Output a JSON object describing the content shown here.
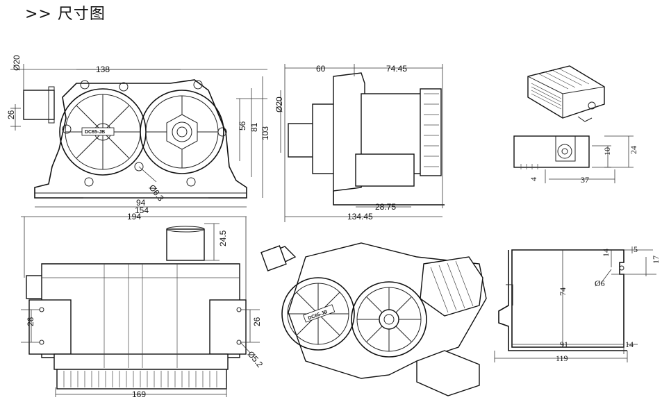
{
  "title": ">> 尺寸图",
  "front_view": {
    "dims": {
      "d_inlet": "Ø20",
      "width_top": "138",
      "left_26": "26",
      "h_56": "56",
      "h_81": "81",
      "h_103": "103",
      "hole": "Ø6.3",
      "base_94": "94",
      "base_154": "154"
    },
    "label": "DC65-JB"
  },
  "side_view": {
    "dims": {
      "top_60": "60",
      "top_74": "74.45",
      "d_outlet": "Ø20",
      "bot_28": "28.75",
      "bot_134": "134.45"
    }
  },
  "controller_view": {
    "dims": {
      "h_24": "24",
      "h_10": "10",
      "w_37": "37",
      "w_4": "4"
    }
  },
  "top_view": {
    "dims": {
      "w_194": "194",
      "h_24_5": "24.5",
      "l_26": "26",
      "r_26": "26",
      "hole": "Ø5.2",
      "w_169": "169"
    }
  },
  "iso_view": {
    "label": "DC65-JB"
  },
  "bracket_view": {
    "dims": {
      "t_5": "5",
      "h_14": "14",
      "h_17": "17",
      "hole": "Ø6",
      "h_74": "74",
      "w_91": "91",
      "w_14": "14",
      "w_119": "119"
    }
  }
}
